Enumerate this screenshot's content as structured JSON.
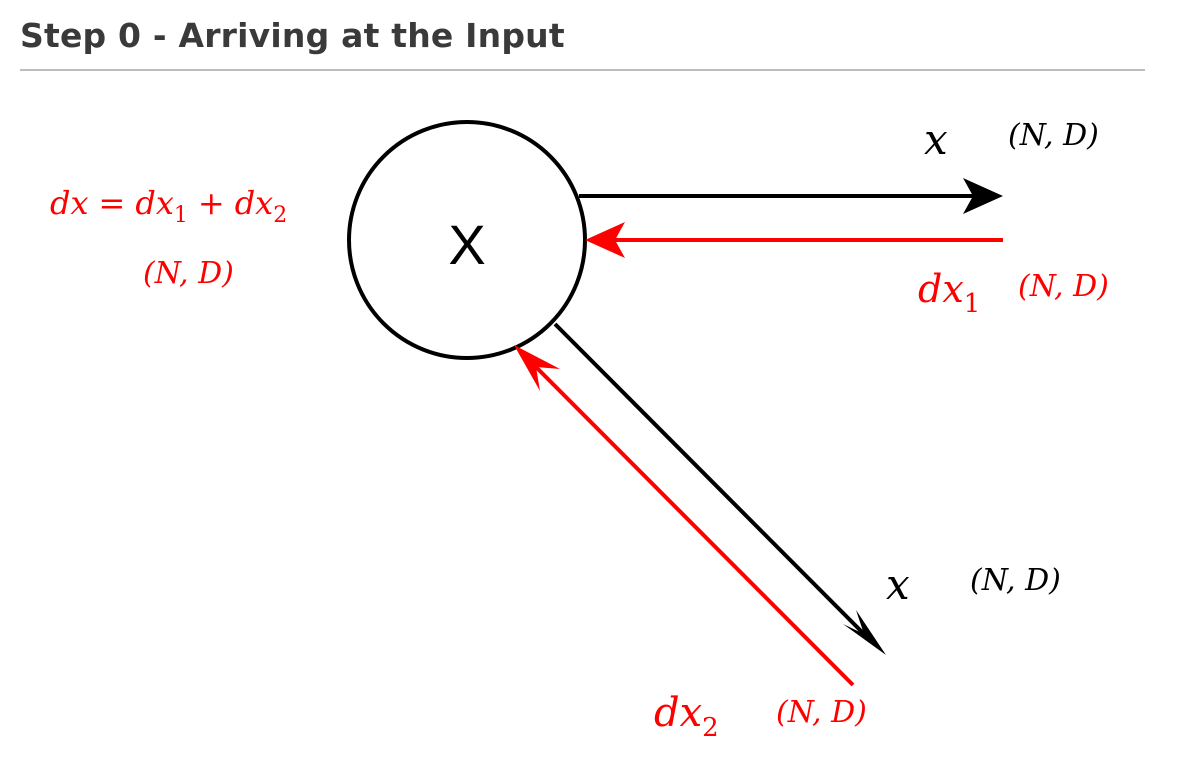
{
  "page": {
    "title": "Step 0 - Arriving at the Input"
  },
  "diagram": {
    "node": {
      "label": "X"
    },
    "output_top": {
      "var": "x",
      "shape": "(N, D)"
    },
    "output_bottom": {
      "var": "x",
      "shape": "(N, D)"
    },
    "grad_top": {
      "var": "dx",
      "sub": "1",
      "shape": "(N, D)"
    },
    "grad_bottom": {
      "var": "dx",
      "sub": "2",
      "shape": "(N, D)"
    },
    "sum": {
      "lhs": "dx",
      "eq": "=",
      "t1": "dx",
      "t1_sub": "1",
      "plus": "+",
      "t2": "dx",
      "t2_sub": "2",
      "shape": "(N, D)"
    }
  },
  "colors": {
    "forward": "#000000",
    "backward": "#ff0000",
    "title": "#3a3a3a",
    "rule": "#bdbdbd"
  }
}
